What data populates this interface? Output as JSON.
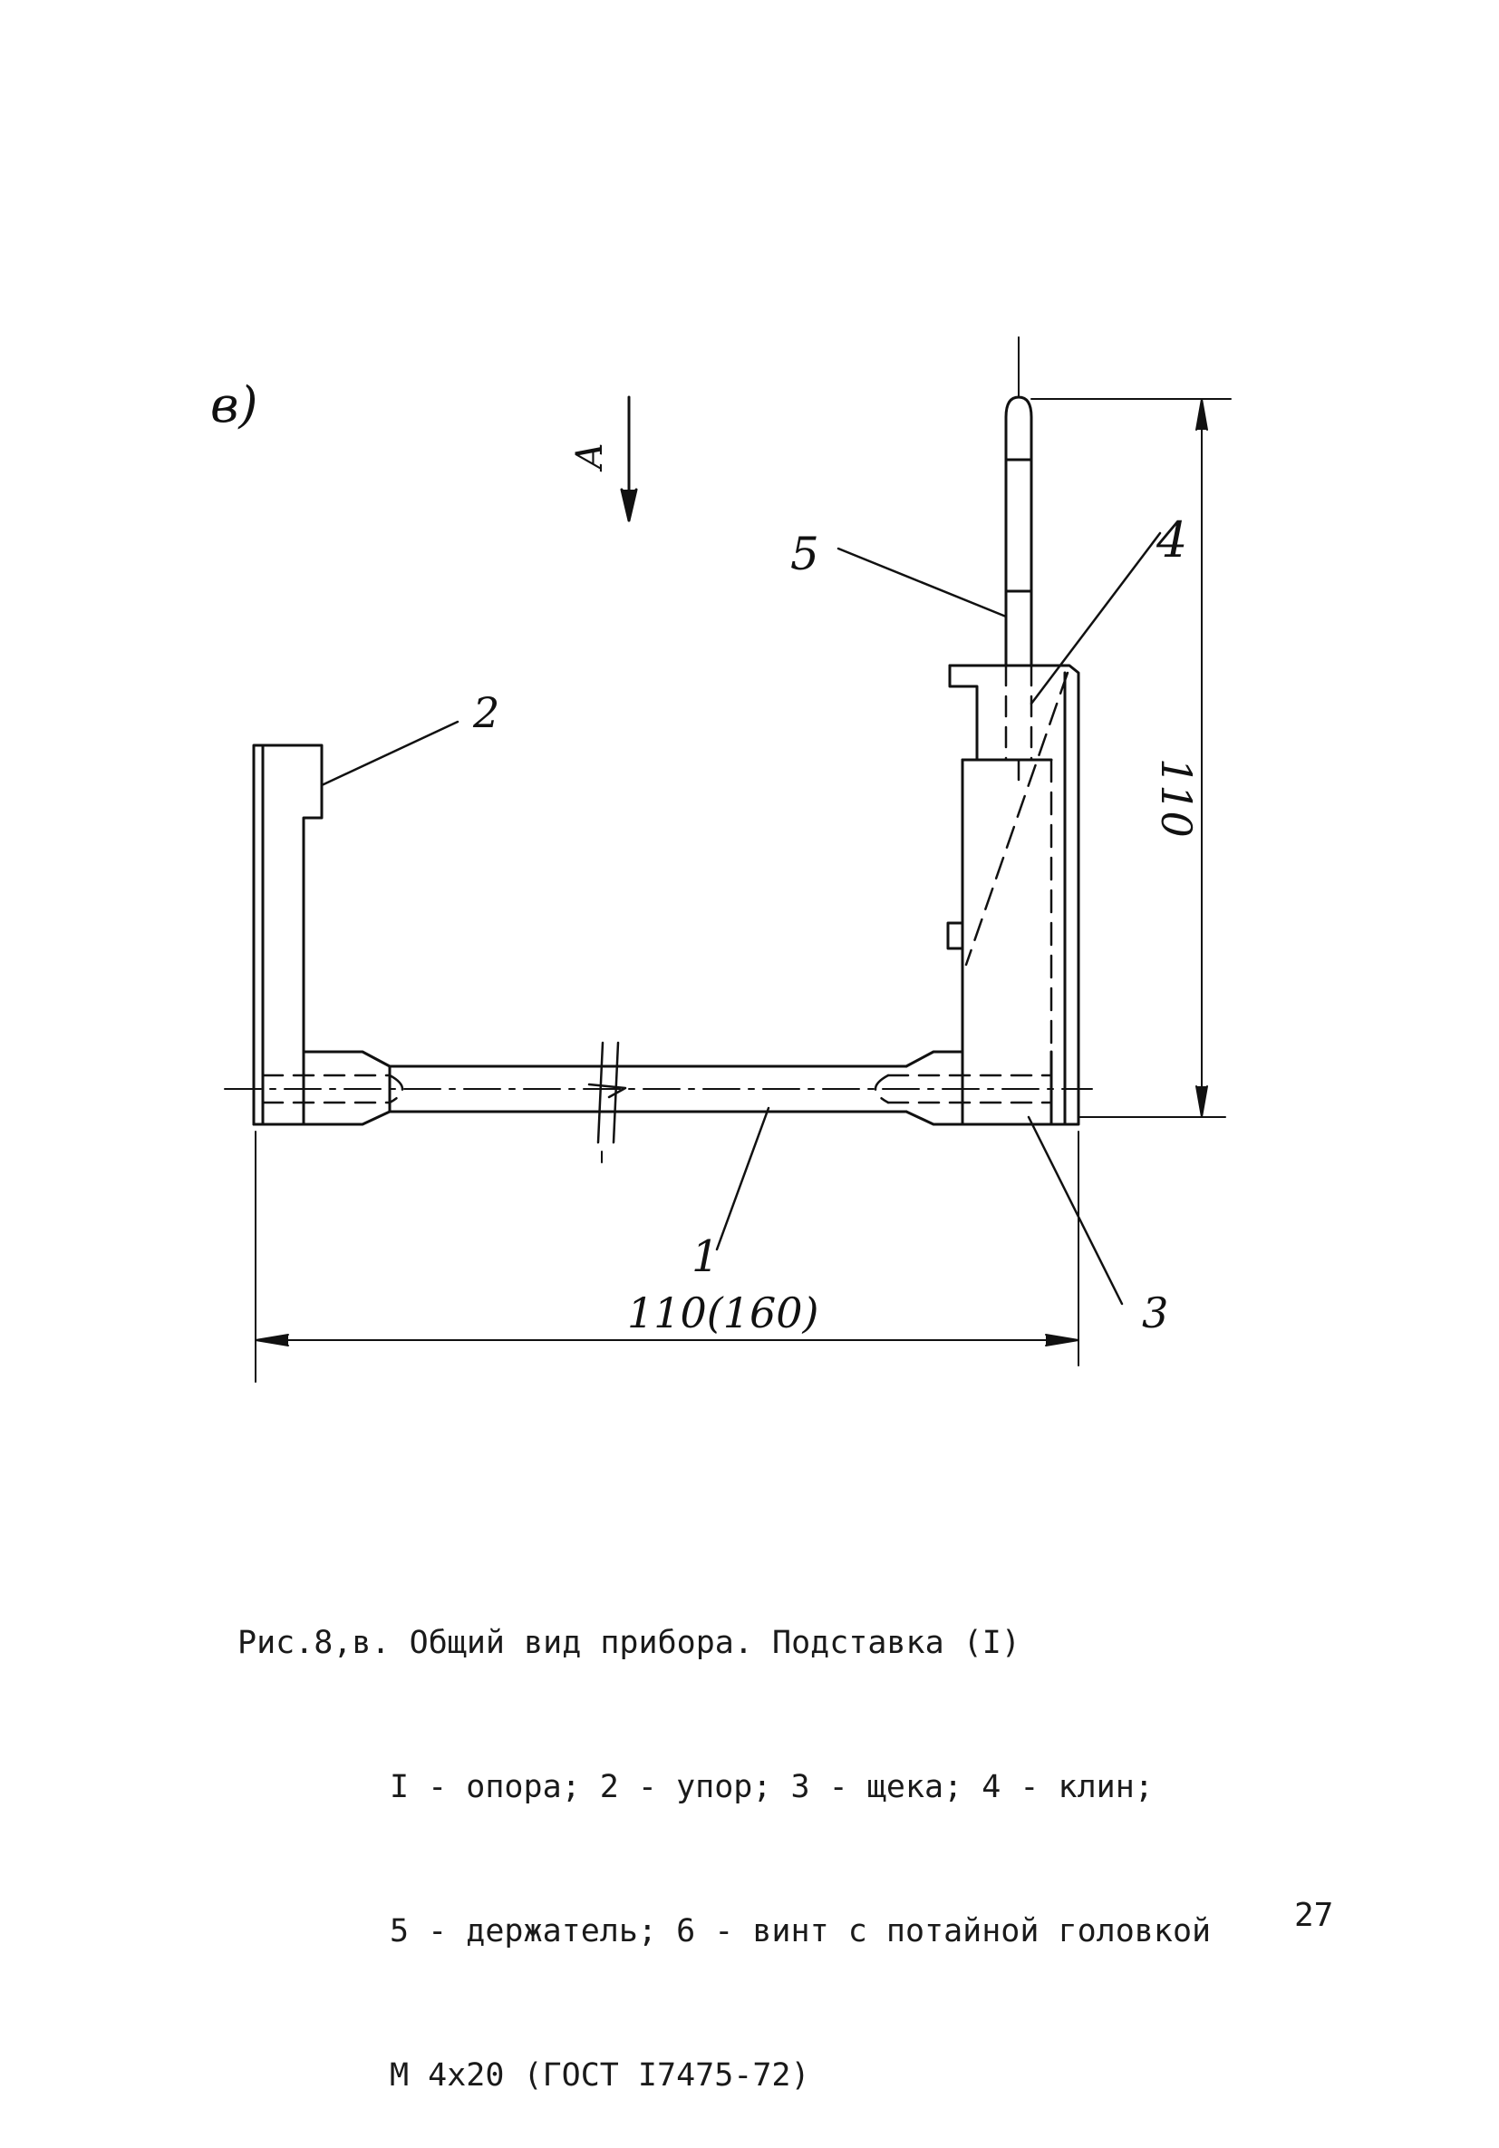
{
  "figure": {
    "letter": "в)",
    "view_label": "А",
    "part_numbers": {
      "p1": "1",
      "p2": "2",
      "p3": "3",
      "p4": "4",
      "p5": "5"
    },
    "dimensions": {
      "height": "110",
      "width": "110(160)"
    }
  },
  "caption": {
    "line1": "Рис.8,в. Общий вид прибора. Подставка (I)",
    "line2": "I - опора; 2 - упор; 3 - щека; 4 - клин;",
    "line3": "5 - держатель; 6 - винт с потайной головкой",
    "line4": "М 4х20 (ГОСТ I7475-72)"
  },
  "page_number": "27"
}
